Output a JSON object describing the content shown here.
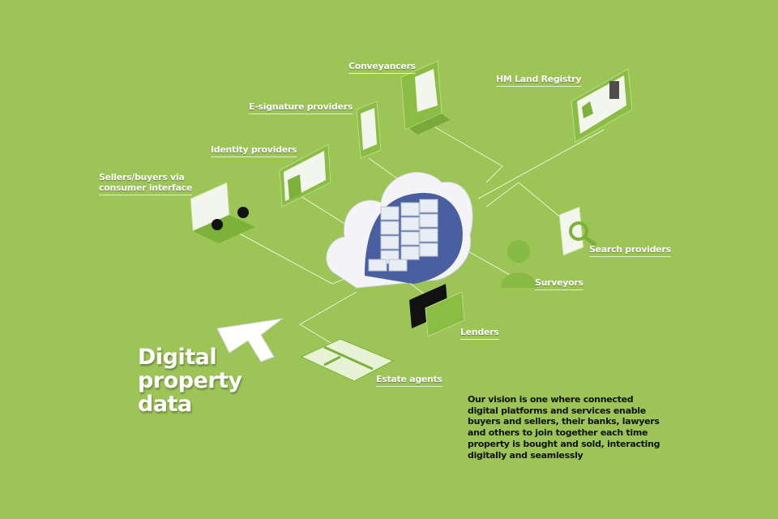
{
  "title": {
    "lines": [
      "Digital",
      "property",
      "data"
    ]
  },
  "nodes": {
    "conveyancers": "Conveyancers",
    "hm_land_registry": "HM Land Registry",
    "e_signature": "E-signature providers",
    "identity": "Identity providers",
    "sellers_buyers": [
      "Sellers/buyers via",
      "consumer interface"
    ],
    "search": "Search providers",
    "surveyors": "Surveyors",
    "lenders": "Lenders",
    "estate_agents": "Estate agents"
  },
  "vision": "Our vision is one where connected digital platforms and services enable buyers and sellers, their banks, lawyers and others to join together each time property is bought and sold, interacting digitally and seamlessly",
  "colors": {
    "background": "#9cc456",
    "accent_dark": "#4a5fa0",
    "icon_green": "#7db23a"
  }
}
